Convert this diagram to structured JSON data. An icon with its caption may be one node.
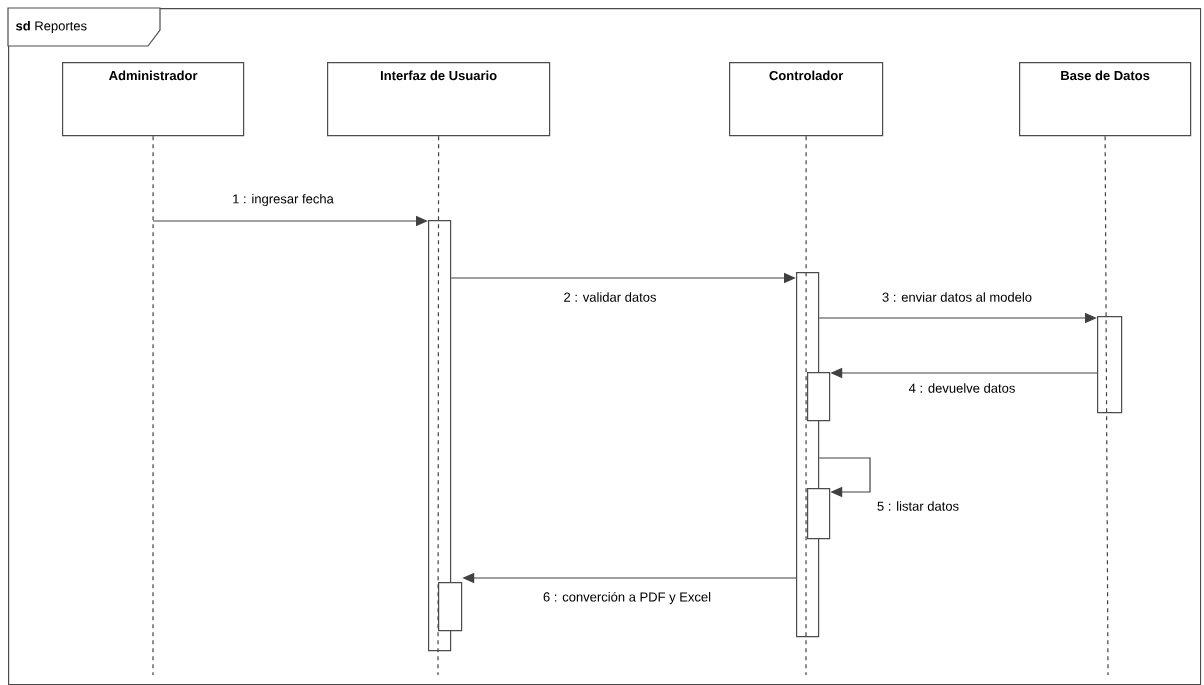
{
  "diagram": {
    "nodes": [
      {
        "text": [
          "**sd** Reportes"
        ]
      },
      {
        "text": [
          "Administrador"
        ],
        "in": 0
      },
      {
        "text": [
          "Interfaz de Usuario"
        ],
        "in": 0
      },
      {
        "text": [
          "Controlador"
        ],
        "in": 0
      },
      {
        "text": [
          "Base de Datos"
        ],
        "in": 0
      },
      {
        "text": [],
        "shape": "bar",
        "in": 0
      },
      {
        "text": [],
        "shape": "bar",
        "in": 0
      },
      {
        "text": [],
        "shape": "bar",
        "in": 0
      },
      {
        "text": [],
        "shape": "bar",
        "in": 0
      },
      {
        "text": [],
        "shape": "bar",
        "in": 0
      },
      {
        "text": [],
        "shape": "bar",
        "in": 0
      }
    ],
    "edges": [
      {
        "from": 1,
        "to": null,
        "arrow": "none",
        "style": "dashed"
      },
      {
        "from": 2,
        "to": null,
        "arrow": "none",
        "style": "dashed"
      },
      {
        "from": 3,
        "to": null,
        "arrow": "none",
        "style": "dashed"
      },
      {
        "from": 4,
        "to": null,
        "arrow": "none",
        "style": "dashed"
      },
      {
        "from": null,
        "to": 5,
        "arrow": "to",
        "label": "1 : ingresar fecha"
      },
      {
        "from": 5,
        "to": 7,
        "arrow": "to",
        "label": "2 : validar datos"
      },
      {
        "from": 7,
        "to": 10,
        "arrow": "to",
        "label": "3 : enviar datos al modelo"
      },
      {
        "from": 10,
        "to": 8,
        "arrow": "to",
        "label": "4 : devuelve datos"
      },
      {
        "from": 7,
        "to": 9,
        "arrow": "to",
        "label": "5 : listar datos"
      },
      {
        "from": 7,
        "to": 6,
        "arrow": "to",
        "label": "6 : converción a PDF y Excel"
      }
    ]
  }
}
